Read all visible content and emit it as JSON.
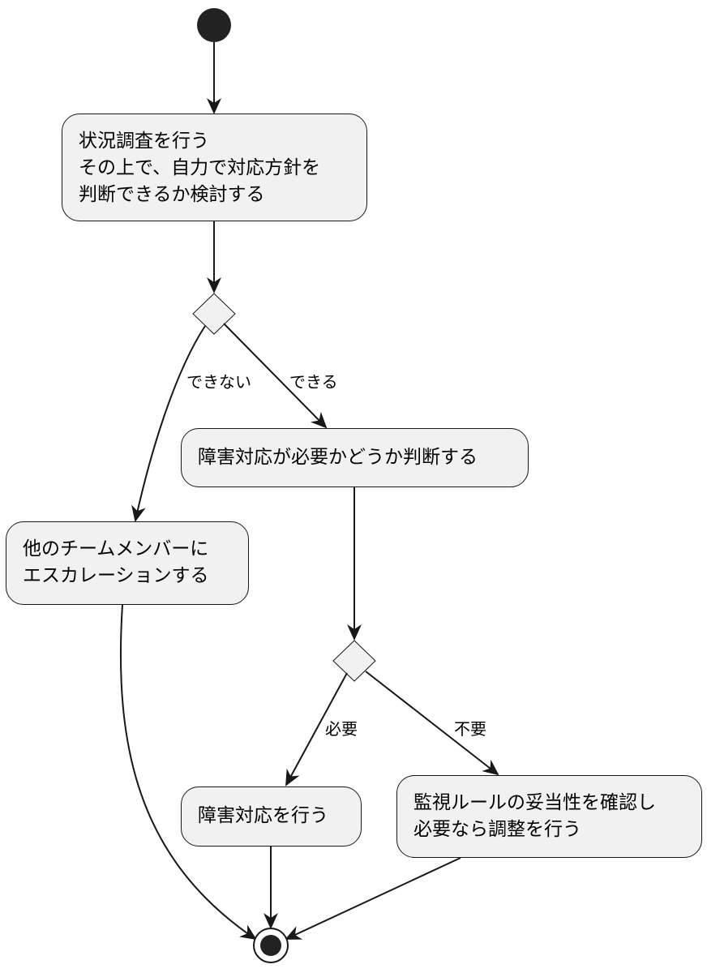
{
  "nodes": {
    "investigate": {
      "lines": [
        "状況調査を行う",
        "その上で、自力で対応方針を",
        "判断できるか検討する"
      ]
    },
    "judge_need": {
      "lines": [
        "障害対応が必要かどうか判断する"
      ]
    },
    "escalate": {
      "lines": [
        "他のチームメンバーに",
        "エスカレーションする"
      ]
    },
    "respond": {
      "lines": [
        "障害対応を行う"
      ]
    },
    "review_rules": {
      "lines": [
        "監視ルールの妥当性を確認し",
        "必要なら調整を行う"
      ]
    }
  },
  "edges": {
    "cannot": "できない",
    "can": "できる",
    "needed": "必要",
    "not_needed": "不要"
  },
  "colors": {
    "node_fill": "#f1f1f1",
    "stroke": "#181818",
    "start": "#222222"
  }
}
